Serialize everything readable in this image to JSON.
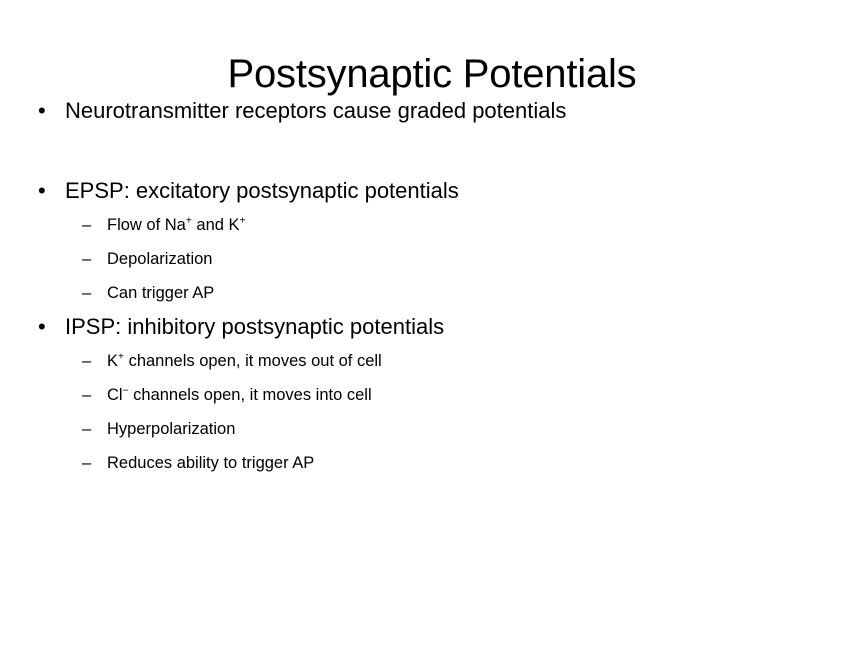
{
  "slide": {
    "title": "Postsynaptic Potentials",
    "background_color": "#ffffff",
    "text_color": "#000000",
    "bullet_marker": "•",
    "sub_bullet_marker": "–",
    "content": [
      {
        "level": 1,
        "text": "Neurotransmitter receptors cause graded potentials"
      },
      {
        "level": 1,
        "text": "EPSP: excitatory postsynaptic potentials"
      },
      {
        "level": 2,
        "text": "Flow of Na⁺ and K⁺",
        "parts": [
          {
            "t": "Flow of Na"
          },
          {
            "sup": "+"
          },
          {
            "t": " and K"
          },
          {
            "sup": "+"
          }
        ]
      },
      {
        "level": 2,
        "text": "Depolarization"
      },
      {
        "level": 2,
        "text": "Can trigger AP"
      },
      {
        "level": 1,
        "text": "IPSP: inhibitory postsynaptic potentials"
      },
      {
        "level": 2,
        "text": "K⁺ channels open, it moves out of cell",
        "parts": [
          {
            "t": "K"
          },
          {
            "sup": "+"
          },
          {
            "t": " channels open, it moves out of cell"
          }
        ]
      },
      {
        "level": 2,
        "text": "Cl⁻ channels open, it moves into cell",
        "parts": [
          {
            "t": "Cl"
          },
          {
            "sup": "−"
          },
          {
            "t": " channels open, it moves into cell"
          }
        ]
      },
      {
        "level": 2,
        "text": "Hyperpolarization"
      },
      {
        "level": 2,
        "text": "Reduces ability to trigger AP"
      }
    ]
  }
}
